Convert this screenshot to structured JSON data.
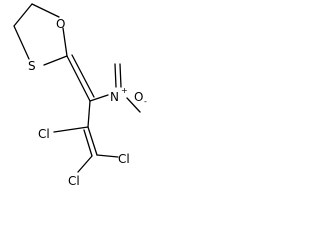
{
  "molecule": {
    "atoms": {
      "ring_oxygen": "O",
      "ring_sulfur": "S",
      "nitro_nitrogen": "N",
      "nitro_nitrogen_charge": "+",
      "nitro_oxygen": "O",
      "nitro_oxygen_charge": "-",
      "chlorine_1": "Cl",
      "chlorine_2": "Cl",
      "chlorine_3": "Cl"
    }
  }
}
